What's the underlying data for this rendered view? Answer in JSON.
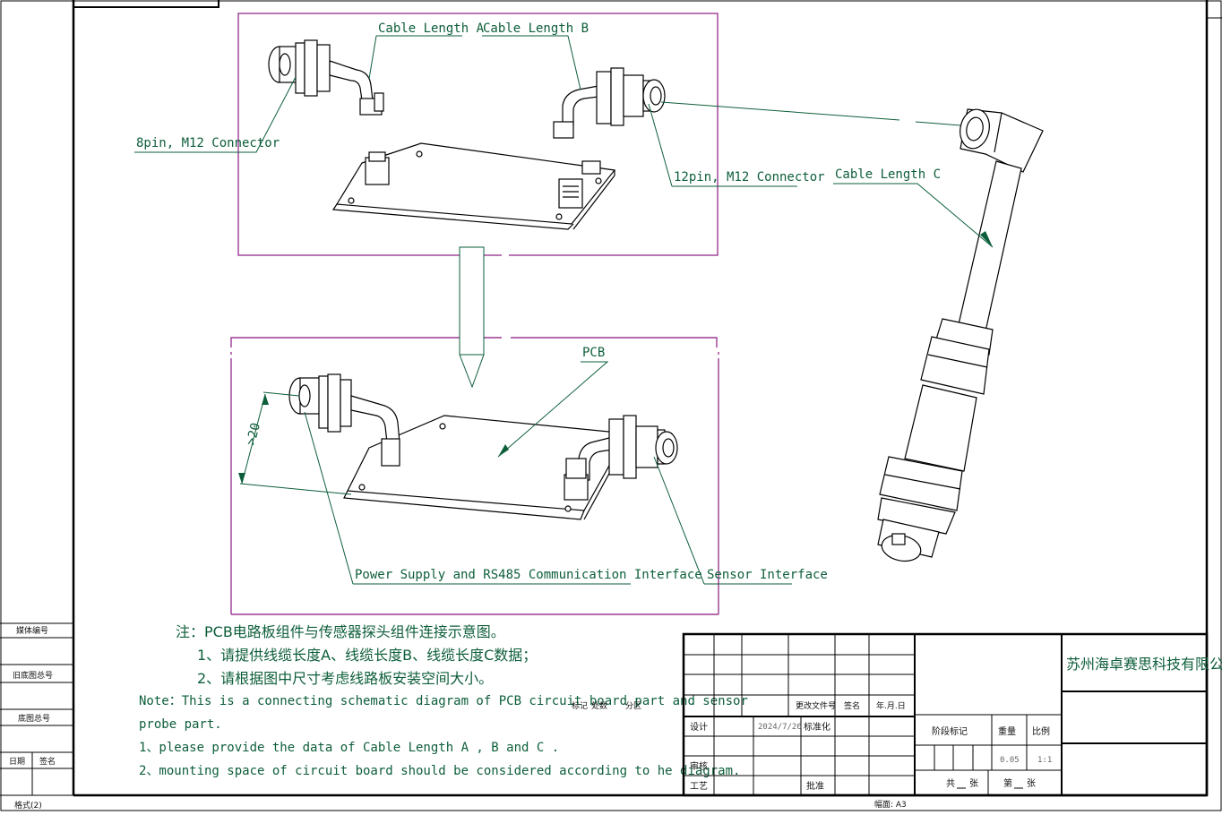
{
  "labels": {
    "cable_a": "Cable Length A",
    "cable_b": "Cable Length B",
    "cable_c": "Cable Length C",
    "conn_8pin": "8pin, M12 Connector",
    "conn_12pin": "12pin, M12 Connector",
    "pcb": "PCB",
    "dim": ">20",
    "power": "Power Supply and RS485 Communication Interface",
    "sensor": "Sensor Interface"
  },
  "notes": {
    "cn_title": "注：PCB电路板组件与传感器探头组件连接示意图。",
    "cn_1": "1、请提供线缆长度A、线缆长度B、线缆长度C数据；",
    "cn_2": "2、请根据图中尺寸考虑线路板安装空间大小。",
    "en_1": "Note：This is a connecting schematic diagram of PCB circuit board part and sensor",
    "en_2": "probe part.",
    "en_3": "1、please provide the data of Cable Length A , B and C .",
    "en_4": "2、mounting space of circuit board should be considered according to he diagram."
  },
  "side": {
    "f1": "媒体编号",
    "f2": "旧底图总号",
    "f3": "底图总号",
    "date": "日期",
    "sign": "签名",
    "format": "格式(2)"
  },
  "title_block": {
    "company": "苏州海卓赛思科技有限公司",
    "biaoji": "标记",
    "chushu": "处数",
    "fenqu": "分区",
    "change_doc": "更改文件号",
    "qianming": "签名",
    "nianyueri": "年.月.日",
    "sheji": "设计",
    "design_date": "2024/7/26",
    "biaozhunhua": "标准化",
    "jieduan": "阶段标记",
    "zhongliang": "重量",
    "bili": "比例",
    "weight": "0.05",
    "scale": "1:1",
    "shenhe": "审核",
    "gongyi": "工艺",
    "pizhun": "批准",
    "gong": "共",
    "zhang1": "张",
    "di": "第",
    "zhang2": "张",
    "fumian": "幅面: A3"
  }
}
